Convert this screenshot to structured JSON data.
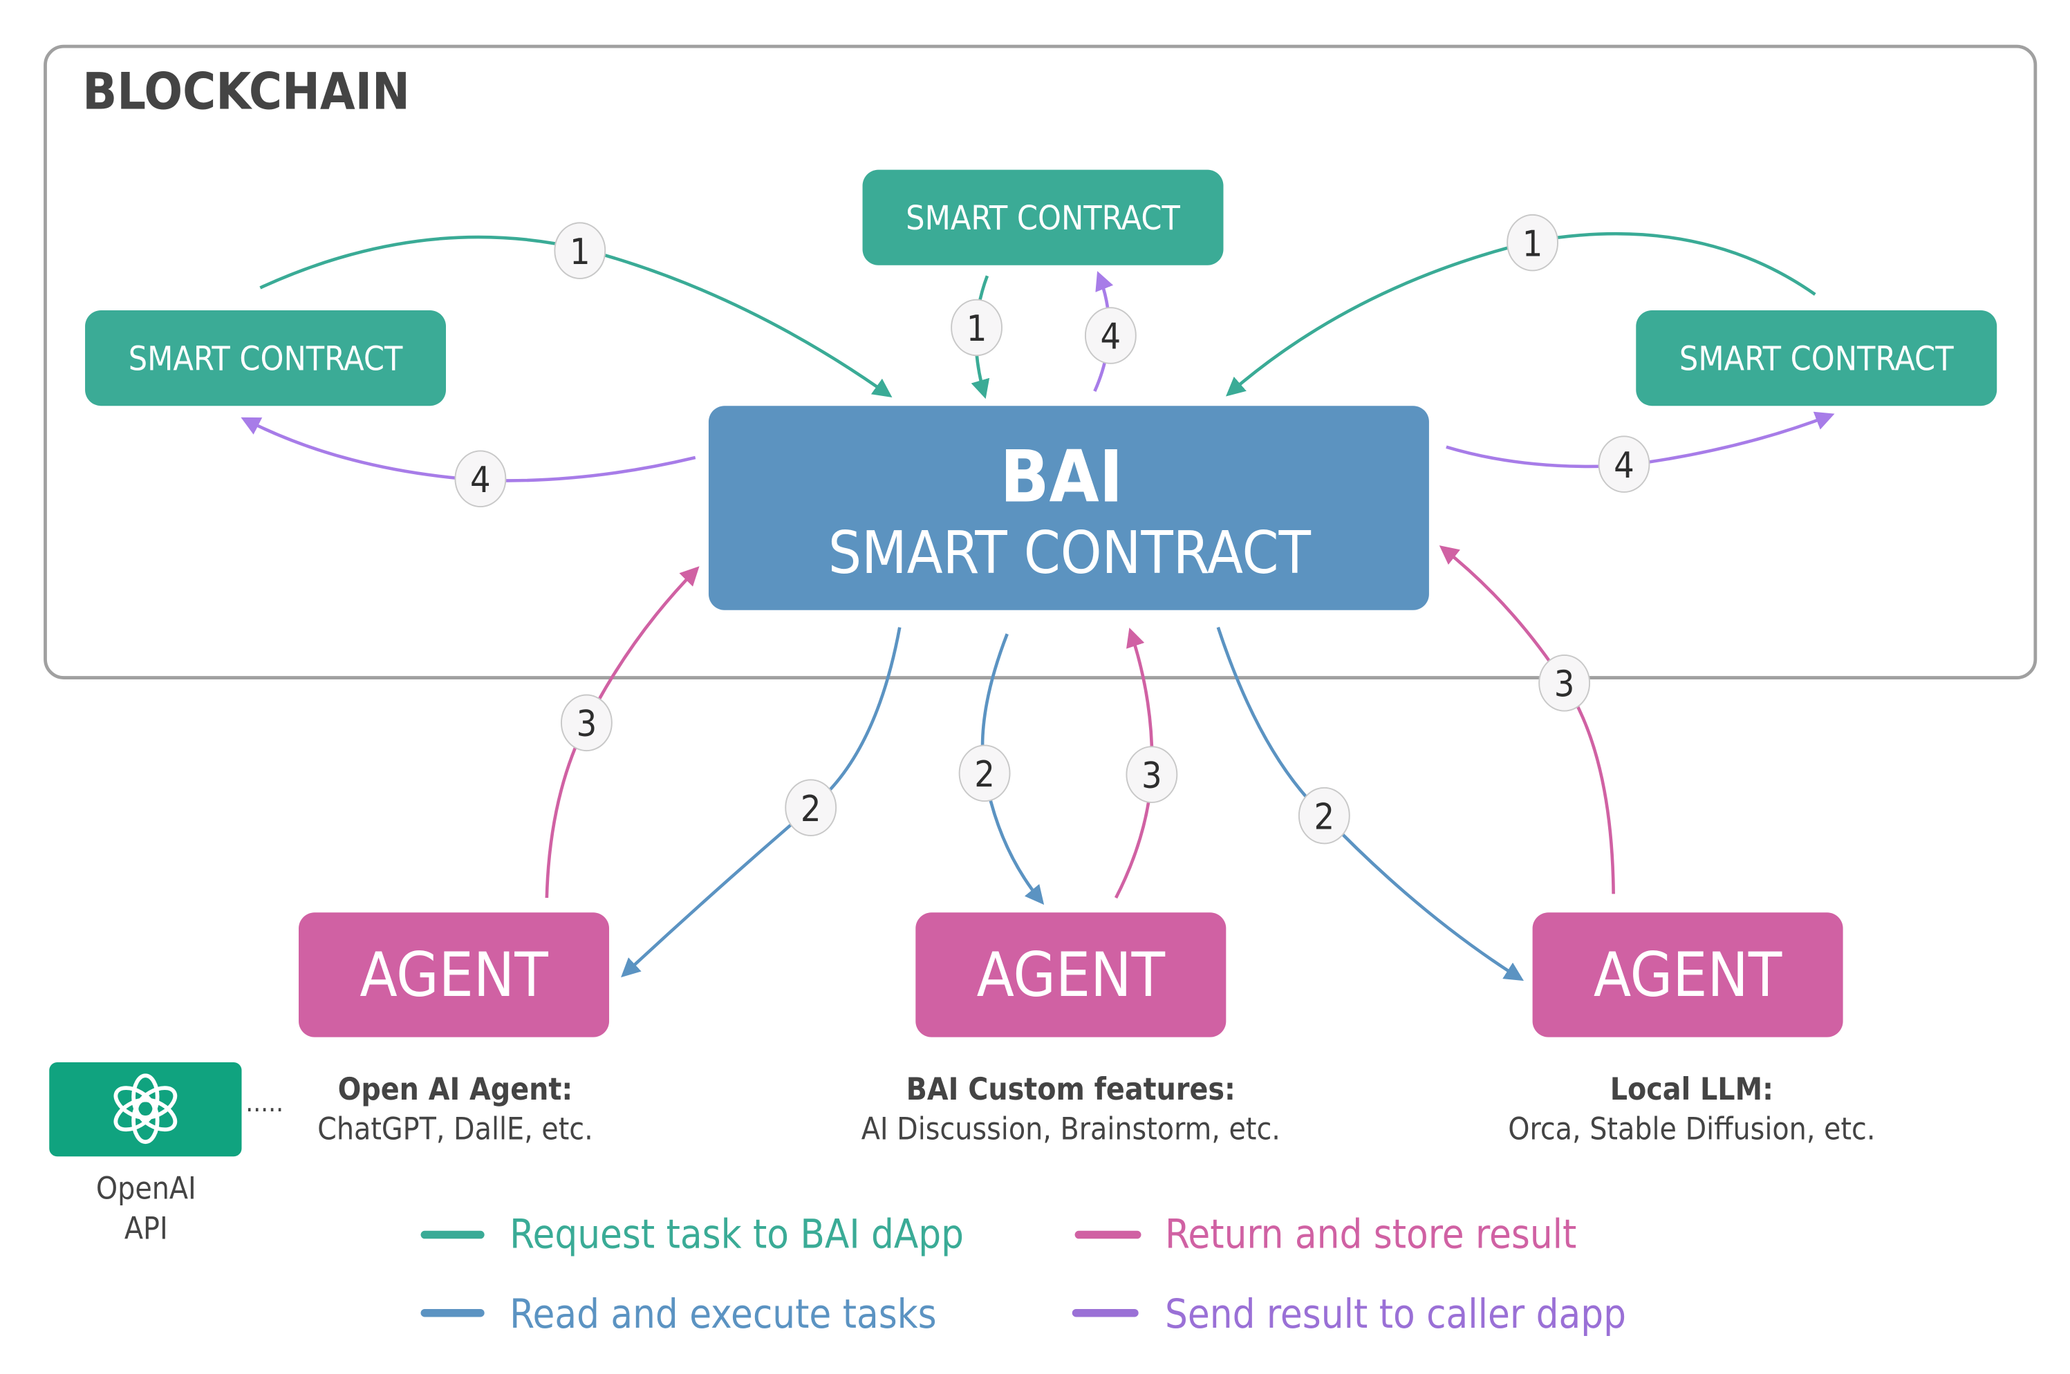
{
  "colors": {
    "request": "#3aab96",
    "read": "#5b93c2",
    "return": "#d061a3",
    "send": "#a77ce8",
    "bai_box": "#5c93c0",
    "contract_box": "#3bab96",
    "agent_box": "#d061a3",
    "openai_box": "#10a37f",
    "frame": "#a0a0a0",
    "text_dark": "#444444"
  },
  "blockchain": {
    "title": "BLOCKCHAIN"
  },
  "bai": {
    "title": "BAI",
    "subtitle": "SMART CONTRACT"
  },
  "contracts": [
    {
      "id": "left",
      "label": "SMART CONTRACT"
    },
    {
      "id": "top",
      "label": "SMART CONTRACT"
    },
    {
      "id": "right",
      "label": "SMART CONTRACT"
    }
  ],
  "agents": [
    {
      "label": "AGENT",
      "caption_title": "Open AI Agent:",
      "caption_body": "ChatGPT, DallE, etc."
    },
    {
      "label": "AGENT",
      "caption_title": "BAI Custom features:",
      "caption_body": "AI Discussion, Brainstorm, etc."
    },
    {
      "label": "AGENT",
      "caption_title": "Local LLM:",
      "caption_body": "Orca, Stable Diffusion, etc."
    }
  ],
  "openai": {
    "icon": "openai-logo-icon",
    "connector": ".....",
    "label_line1": "OpenAI",
    "label_line2": "API"
  },
  "edges": [
    {
      "step": "1",
      "kind": "request",
      "from": "contract-left",
      "to": "bai"
    },
    {
      "step": "1",
      "kind": "request",
      "from": "contract-top",
      "to": "bai"
    },
    {
      "step": "1",
      "kind": "request",
      "from": "contract-right",
      "to": "bai"
    },
    {
      "step": "4",
      "kind": "send",
      "from": "bai",
      "to": "contract-left"
    },
    {
      "step": "4",
      "kind": "send",
      "from": "bai",
      "to": "contract-top"
    },
    {
      "step": "4",
      "kind": "send",
      "from": "bai",
      "to": "contract-right"
    },
    {
      "step": "2",
      "kind": "read",
      "from": "bai",
      "to": "agent-1"
    },
    {
      "step": "2",
      "kind": "read",
      "from": "bai",
      "to": "agent-2"
    },
    {
      "step": "2",
      "kind": "read",
      "from": "bai",
      "to": "agent-3"
    },
    {
      "step": "3",
      "kind": "return",
      "from": "agent-1",
      "to": "bai"
    },
    {
      "step": "3",
      "kind": "return",
      "from": "agent-2",
      "to": "bai"
    },
    {
      "step": "3",
      "kind": "return",
      "from": "agent-3",
      "to": "bai"
    }
  ],
  "legend": [
    {
      "kind": "request",
      "label": "Request task to BAI dApp"
    },
    {
      "kind": "read",
      "label": "Read and execute tasks"
    },
    {
      "kind": "return",
      "label": "Return and store result"
    },
    {
      "kind": "send",
      "label": "Send result to caller dapp"
    }
  ]
}
